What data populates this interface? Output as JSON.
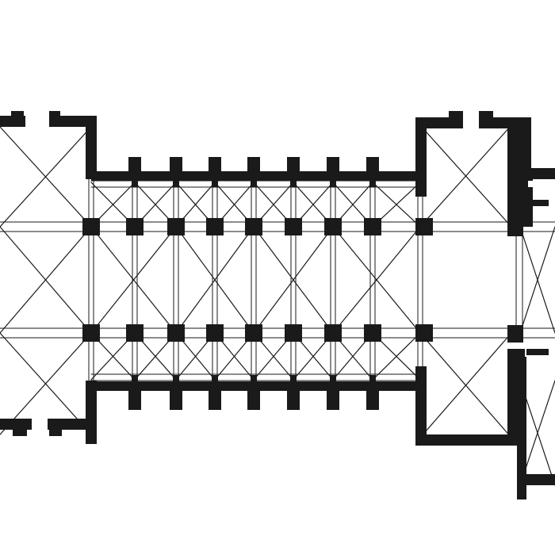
{
  "diagram": {
    "kind": "architectural-floor-plan",
    "style": "black-and-white engraving",
    "colors": {
      "ink": "#1a1a1a",
      "paper": "#ffffff"
    },
    "structure": {
      "nave_bays": 8,
      "aisle_bays_per_side": 8,
      "crossing": 1,
      "transept_arms": 2,
      "western_end_bays": 1,
      "choir_bays_visible": 2
    }
  }
}
